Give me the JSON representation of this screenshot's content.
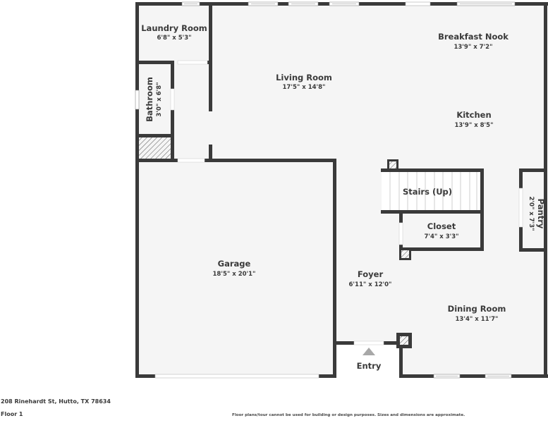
{
  "floorplan": {
    "colors": {
      "wall": "#3a3a3a",
      "floor": "#f5f5f5",
      "background": "#ffffff",
      "entry_arrow": "#a8a8a8",
      "text": "#3a3a3a"
    },
    "rooms": [
      {
        "id": "laundry-room",
        "name": "Laundry Room",
        "dims": "6'8\" x 5'3\""
      },
      {
        "id": "bathroom",
        "name": "Bathroom",
        "dims": "3'0\" x 6'8\""
      },
      {
        "id": "living-room",
        "name": "Living Room",
        "dims": "17'5\" x 14'8\""
      },
      {
        "id": "breakfast-nook",
        "name": "Breakfast Nook",
        "dims": "13'9\" x 7'2\""
      },
      {
        "id": "kitchen",
        "name": "Kitchen",
        "dims": "13'9\" x 8'5\""
      },
      {
        "id": "stairs",
        "name": "Stairs (Up)",
        "dims": ""
      },
      {
        "id": "closet",
        "name": "Closet",
        "dims": "7'4\" x 3'3\""
      },
      {
        "id": "pantry",
        "name": "Pantry",
        "dims": "2'0\" x 7'3\""
      },
      {
        "id": "garage",
        "name": "Garage",
        "dims": "18'5\" x 20'1\""
      },
      {
        "id": "foyer",
        "name": "Foyer",
        "dims": "6'11\" x 12'0\""
      },
      {
        "id": "dining-room",
        "name": "Dining Room",
        "dims": "13'4\" x 11'7\""
      }
    ],
    "entry_label": "Entry"
  },
  "footer": {
    "address": "208 Rinehardt St, Hutto, TX 78634",
    "floor": "Floor 1",
    "disclaimer": "Floor plans/tour cannot be used for building or design purposes. Sizes and dimensions are approximate."
  }
}
